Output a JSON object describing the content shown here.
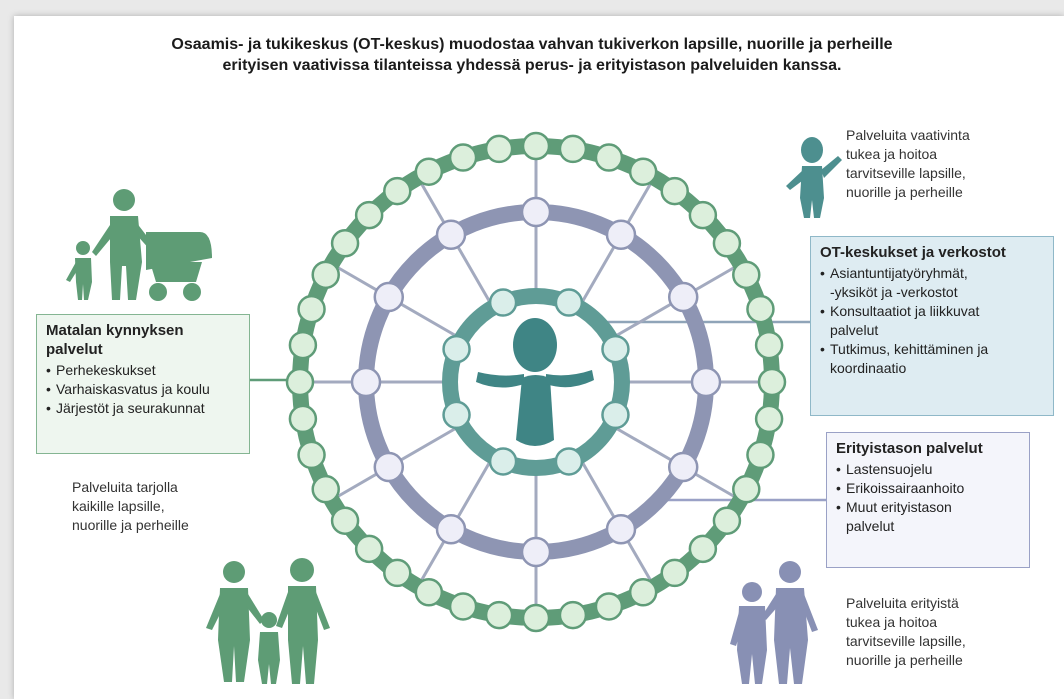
{
  "title": {
    "line1": "Osaamis- ja tukikeskus (OT-keskus) muodostaa vahvan tukiverkon lapsille, nuorille ja perheille",
    "line2": "erityisen vaativissa tilanteissa yhdessä perus- ja erityistason palveluiden kanssa."
  },
  "top_right_caption": {
    "lines": [
      "Palveluita vaativinta",
      "tukea ja hoitoa",
      "tarvitseville lapsille,",
      "nuorille ja perheille"
    ]
  },
  "ot_box": {
    "title": "OT-keskukset ja verkostot",
    "items": [
      [
        "Asiantuntijatyöryhmät,",
        "-yksiköt ja -verkostot"
      ],
      [
        "Konsultaatiot ja liikkuvat",
        "palvelut"
      ],
      [
        "Tutkimus, kehittäminen ja",
        "koordinaatio"
      ]
    ]
  },
  "left_box": {
    "title_line1": "Matalan kynnyksen",
    "title_line2": "palvelut",
    "items": [
      [
        "Perhekeskukset"
      ],
      [
        "Varhaiskasvatus ja koulu"
      ],
      [
        "Järjestöt ja seurakunnat"
      ]
    ]
  },
  "left_caption": {
    "lines": [
      "Palveluita tarjolla",
      "kaikille lapsille,",
      "nuorille ja perheille"
    ]
  },
  "special_box": {
    "title": "Erityistason palvelut",
    "items": [
      [
        "Lastensuojelu"
      ],
      [
        "Erikoissairaanhoito"
      ],
      [
        "Muut erityistason",
        "palvelut"
      ]
    ]
  },
  "bottom_right_caption": {
    "lines": [
      "Palveluita erityistä",
      "tukea ja hoitoa",
      "tarvitseville lapsille,",
      "nuorille ja perheille"
    ]
  },
  "colors": {
    "outer_ring": "#5f9c78",
    "outer_node_fill": "#dcefdc",
    "middle_ring": "#8e95b3",
    "middle_node_fill": "#eeeef8",
    "inner_ring": "#5f9c96",
    "inner_node_fill": "#daeeea",
    "spoke": "#a3aabf",
    "child_figure": "#3f8585",
    "family_green": "#5e9c75",
    "people_blue": "#8890b4",
    "people_teal": "#4d8f8f"
  },
  "icons": {
    "family_stroller": "family-with-stroller-icon",
    "parents_child": "parents-with-child-icon",
    "child_top_right": "child-icon",
    "adults_bottom_right": "two-adults-icon",
    "center_child": "child-open-arms-icon"
  }
}
